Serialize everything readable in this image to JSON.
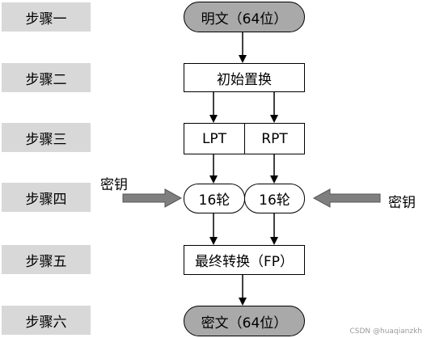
{
  "steps": [
    "步骤一",
    "步骤二",
    "步骤三",
    "步骤四",
    "步骤五",
    "步骤六"
  ],
  "nodes": {
    "plaintext": "明文（64位）",
    "initial_permutation": "初始置换",
    "lpt": "LPT",
    "rpt": "RPT",
    "round_left": "16轮",
    "round_right": "16轮",
    "final_permutation": "最终转换（FP）",
    "ciphertext": "密文（64位）"
  },
  "key_left": "密钥",
  "key_right": "密钥",
  "watermark": "CSDN @huaqianzkh",
  "colors": {
    "step_bg": "#d8d8d8",
    "terminal_fill": "#a9a9a9",
    "key_arrow": "#7f7f7f"
  }
}
